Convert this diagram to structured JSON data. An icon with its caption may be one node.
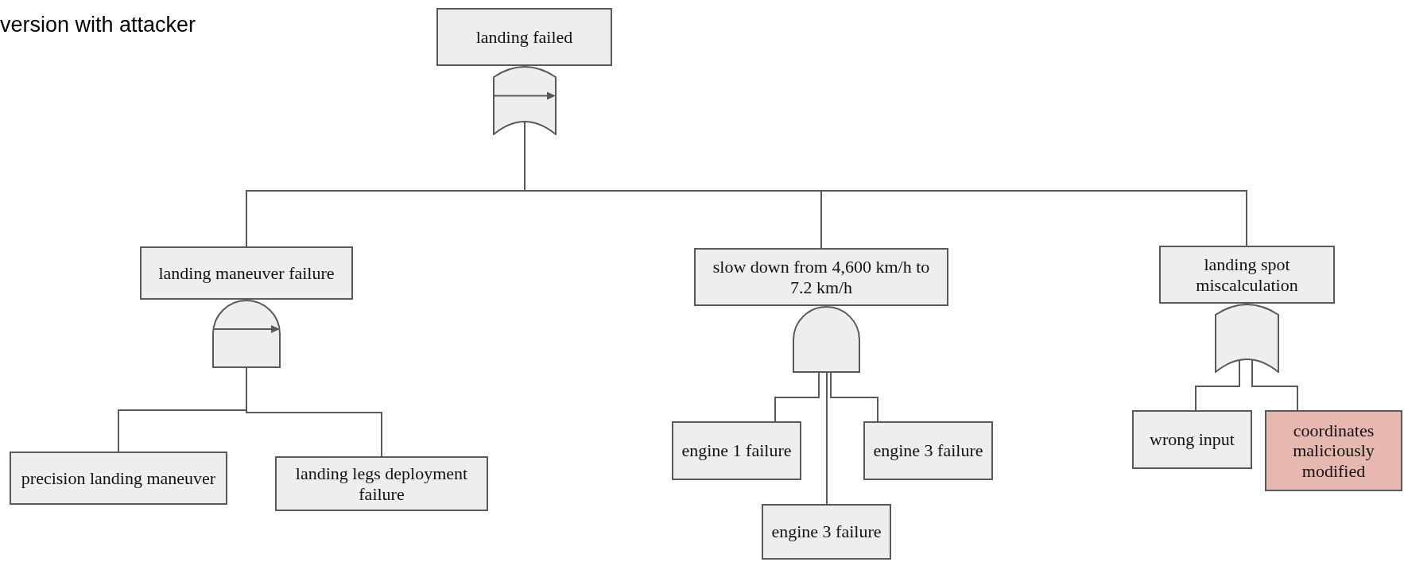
{
  "diagram": {
    "title": "version with attacker",
    "nodes": [
      {
        "text": [
          "landing failed"
        ]
      },
      {
        "text": [],
        "shape": "priority-or-gate"
      },
      {
        "text": [
          "landing maneuver failure"
        ]
      },
      {
        "text": [
          "slow down from 4,600 km/h to 7.2 km/h"
        ]
      },
      {
        "text": [
          "landing spot miscalculation"
        ]
      },
      {
        "text": [],
        "shape": "priority-and-gate"
      },
      {
        "text": [],
        "shape": "and-gate"
      },
      {
        "text": [],
        "shape": "or-gate"
      },
      {
        "text": [
          "precision landing maneuver"
        ]
      },
      {
        "text": [
          "landing legs deployment failure"
        ]
      },
      {
        "text": [
          "engine 1 failure"
        ]
      },
      {
        "text": [
          "engine 3 failure"
        ]
      },
      {
        "text": [
          "engine 3 failure"
        ]
      },
      {
        "text": [
          "wrong input"
        ]
      },
      {
        "text": [
          "coordinates maliciously modified"
        ]
      }
    ],
    "edges": [
      {
        "from": 1,
        "to": 2,
        "arrow": "none"
      },
      {
        "from": 1,
        "to": 3,
        "arrow": "none"
      },
      {
        "from": 1,
        "to": 4,
        "arrow": "none"
      },
      {
        "from": 5,
        "to": 8,
        "arrow": "none"
      },
      {
        "from": 5,
        "to": 9,
        "arrow": "none"
      },
      {
        "from": 6,
        "to": 10,
        "arrow": "none"
      },
      {
        "from": 6,
        "to": 11,
        "arrow": "none"
      },
      {
        "from": 6,
        "to": 12,
        "arrow": "none"
      },
      {
        "from": 7,
        "to": 13,
        "arrow": "none"
      },
      {
        "from": 7,
        "to": 14,
        "arrow": "none"
      }
    ]
  }
}
